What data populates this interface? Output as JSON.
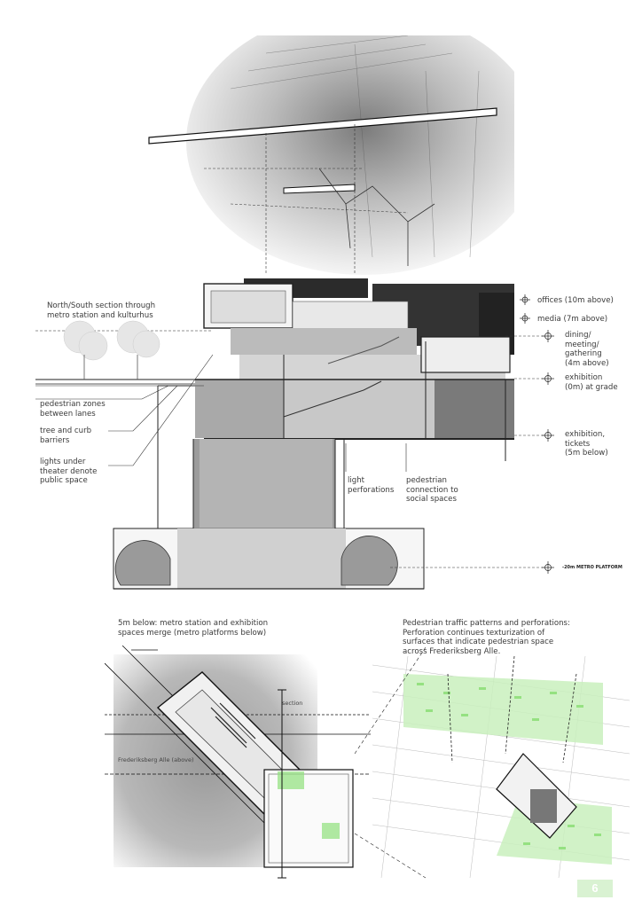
{
  "section_labels": {
    "title": "North/South section through\nmetro station and kulturhus",
    "pedestrian_zones": "pedestrian zones\nbetween lanes",
    "tree_curb": "tree and curb\nbarriers",
    "lights_under": "lights under\ntheater denote\npublic space",
    "light_perforations": "light\nperforations",
    "pedestrian_connection": "pedestrian\nconnection to\nsocial spaces"
  },
  "levels": [
    {
      "text": "offices (10m above)"
    },
    {
      "text": "media (7m above)"
    },
    {
      "text": "dining/\nmeeting/\ngathering\n(4m above)"
    },
    {
      "text": "exhibition\n(0m) at grade"
    },
    {
      "text": "exhibition,\ntickets\n(5m below)"
    },
    {
      "text": "-20m METRO PLATFORM"
    }
  ],
  "plan_left": {
    "caption": "5m below: metro station and exhibition\nspaces merge (metro platforms below)",
    "section_label": "section",
    "street_label": "Frederiksberg Alle (above)"
  },
  "plan_right": {
    "caption": "Pedestrian traffic patterns and perforations:\nPerforation continues texturization of\nsurfaces that indicate pedestrian space\nacross Frederiksberg Alle."
  },
  "page_number": "6",
  "colors": {
    "accent_green": "#8fe07a",
    "page_badge": "#d9f2d2",
    "dark_mass": "#2a2a2a"
  }
}
